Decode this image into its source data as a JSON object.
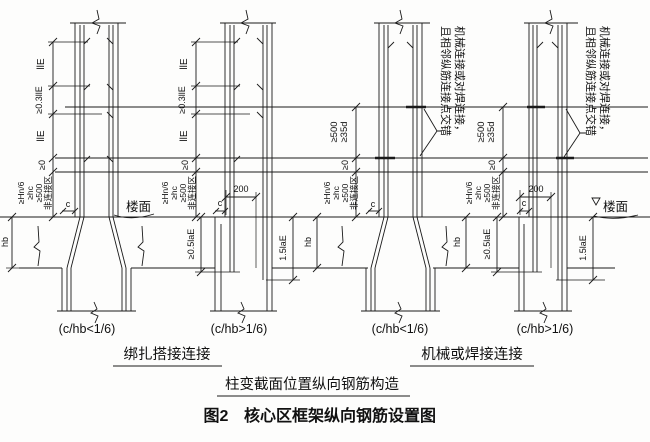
{
  "figure": {
    "caption_prefix": "图2",
    "caption": "核心区框架纵向钢筋设置图",
    "subtitle": "柱变截面位置纵向钢筋构造",
    "method_lap": "绑扎搭接连接",
    "method_mech": "机械或焊接连接",
    "cases": [
      "(c/hb<1/6)",
      "(c/hb>1/6)",
      "(c/hb<1/6)",
      "(c/hb>1/6)"
    ],
    "floor_label": "楼面"
  },
  "note_mech": {
    "line1": "机械连接或对焊连接，",
    "line2": "且相邻纵筋连接点交错"
  },
  "dims": {
    "lap_length": "llE",
    "lap_gap": "≥0.3llE",
    "zero": "≥0",
    "non_splice_hn": "≥Hn/6",
    "non_splice_hc": "≥hc",
    "non_splice_500": "≥500",
    "non_splice_zone": "非连接区",
    "stagger_d": "≥35d",
    "stagger_500": "≥500",
    "beam_height": "hb",
    "offset_c": "c",
    "bend_200": "200",
    "anchor_half": "≥0.5laE",
    "anchor_1_5": "1.5laE"
  },
  "colors": {
    "line": "#1a1a1a",
    "text": "#111111",
    "background": "#fdfdfc"
  }
}
